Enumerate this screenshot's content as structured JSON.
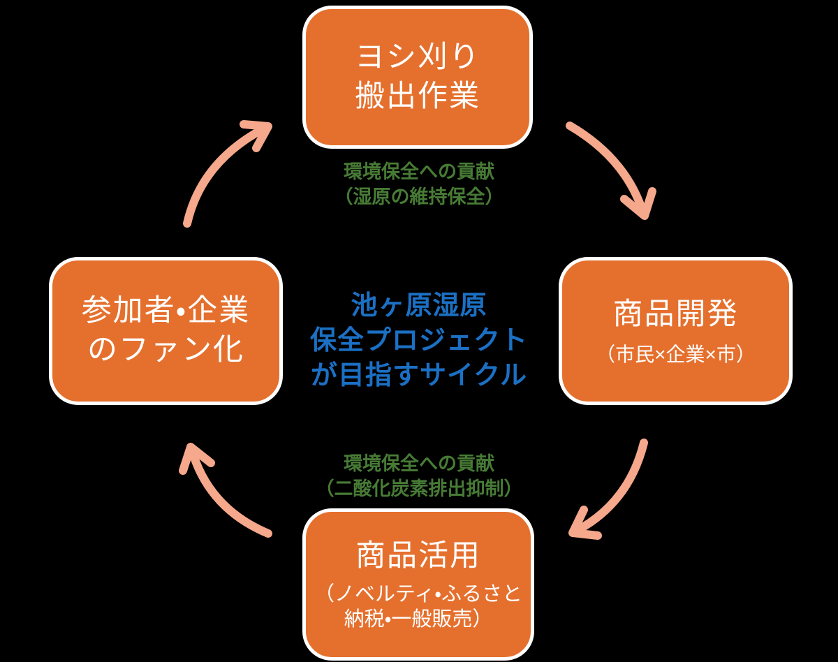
{
  "background": "#000000",
  "colors": {
    "bg": "#000000",
    "box_orange": "#E5702E",
    "box_border": "#FFFFFF",
    "arrow": "#F5A88B",
    "green": "#477B35",
    "blue": "#1B70C4",
    "white": "#FFFFFF"
  },
  "center_title": {
    "line1": "池ヶ原湿原",
    "line2": "保全プロジェクト",
    "line3": "が目指すサイクル"
  },
  "nodes": {
    "top": {
      "line1": "ヨシ刈り",
      "line2": "搬出作業"
    },
    "right": {
      "title": "商品開発",
      "subtitle": "（市民×企業×市）"
    },
    "bottom": {
      "title": "商品活用",
      "subtitle_line1": "（ノベルティ・ふるさと",
      "subtitle_line2": "納税・一般販売）"
    },
    "left": {
      "line1": "参加者・企業",
      "line2": "のファン化"
    }
  },
  "labels": {
    "top": {
      "line1": "環境保全への貢献",
      "line2": "（湿原の維持保全）"
    },
    "bottom": {
      "line1": "環境保全への貢献",
      "line2": "（二酸化炭素排出抑制）"
    }
  }
}
